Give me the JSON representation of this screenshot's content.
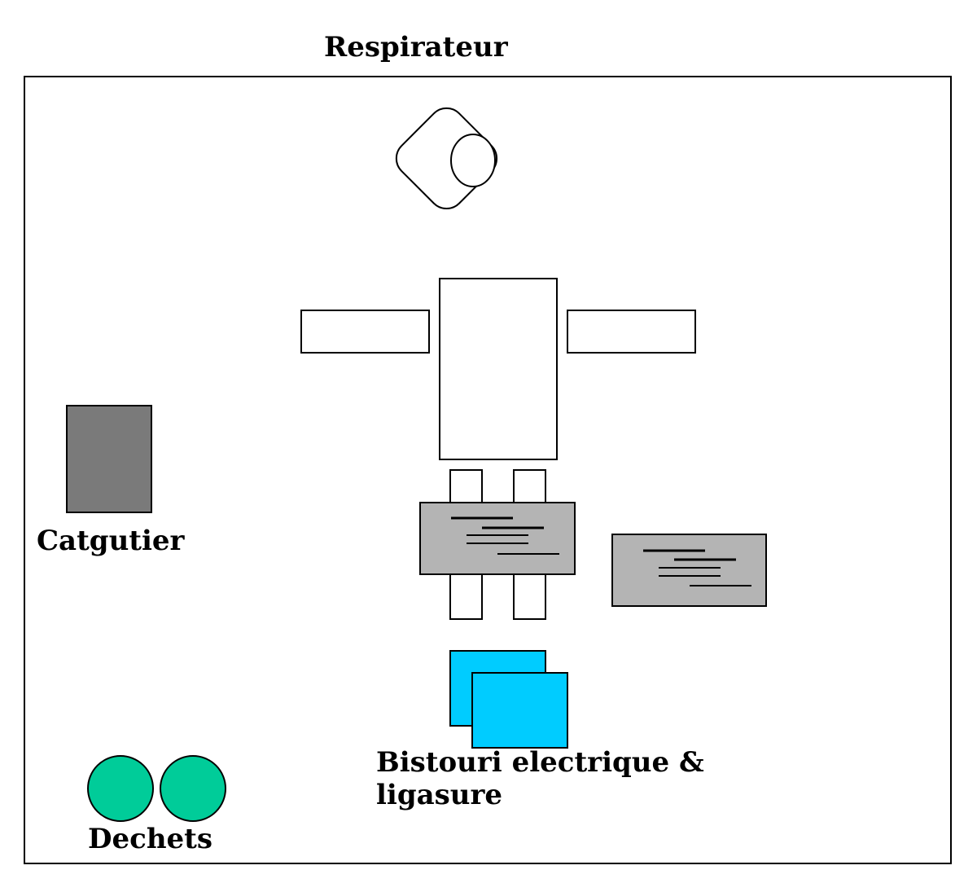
{
  "labels": {
    "respirateur": "Respirateur",
    "catgutier": "Catgutier",
    "bistouri_line1": "Bistouri electrique &",
    "bistouri_line2": "ligasure",
    "dechets": "Dechets"
  },
  "colors": {
    "outline": "#000000",
    "background": "#ffffff",
    "catgutier_fill": "#7a7a7a",
    "instrument_table_fill": "#b4b4b4",
    "bistouri_fill": "#00ccff",
    "dechets_fill": "#00cc99"
  }
}
